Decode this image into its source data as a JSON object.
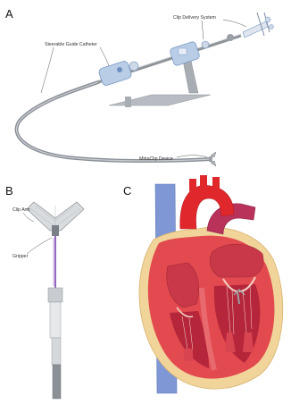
{
  "panels": {
    "a": {
      "letter": "A",
      "labels": {
        "catheter": "Steerable Guide Catheter",
        "delivery": "Clip Delivery System",
        "device": "MitraClip Device"
      }
    },
    "b": {
      "letter": "B",
      "labels": {
        "arm": "Clip Arm",
        "gripper": "Gripper"
      }
    },
    "c": {
      "letter": "C"
    }
  },
  "colors": {
    "aorta": "#e0282c",
    "vena_cava": "#7f97d4",
    "myocardium": "#e24a4f",
    "pericardium": "#f1d49a",
    "ventricle_inner": "#b6263a",
    "metal": "#9aa0a6",
    "device_blue": "#b9cde6",
    "purple": "#7a3fb0"
  }
}
